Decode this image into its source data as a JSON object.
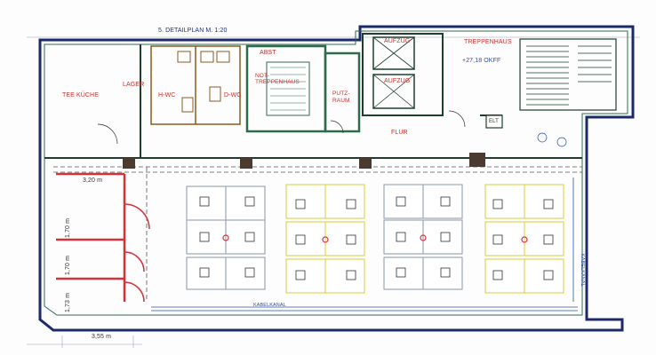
{
  "plan": {
    "title": "5. DETAILPLAN M. 1:20",
    "rooms": {
      "tee_kueche": "TEE KÜCHE",
      "lager": "LAGER",
      "h_wc": "H-WC",
      "d_wc": "D-WC",
      "abst": "ABST",
      "not_treppenhaus": "NOT-TREPPENHAUS",
      "putz_raum": "PUTZ-RAUM",
      "aufzug_1": "AUFZUG",
      "aufzug_2": "AUFZUG",
      "treppenhaus": "TREPPENHAUS",
      "elevation": "+27,18 OKFF",
      "elt": "ELT",
      "flur": "FLUR"
    },
    "kanal": {
      "bottom": "KABELKANAL",
      "right": "KABELKANAL"
    },
    "dimensions": {
      "d_320": "3,20 m",
      "d_170_a": "1,70 m",
      "d_170_b": "1,70 m",
      "d_173": "1,73 m",
      "d_355": "3,55 m"
    },
    "colors": {
      "walls": "#1f3f2e",
      "outline": "#1c2a6b",
      "partition": "#d8303a",
      "desk_grey": "#c9cfd6",
      "desk_yellow": "#e7e06a",
      "wet_rooms": "#8a5a1e"
    }
  }
}
